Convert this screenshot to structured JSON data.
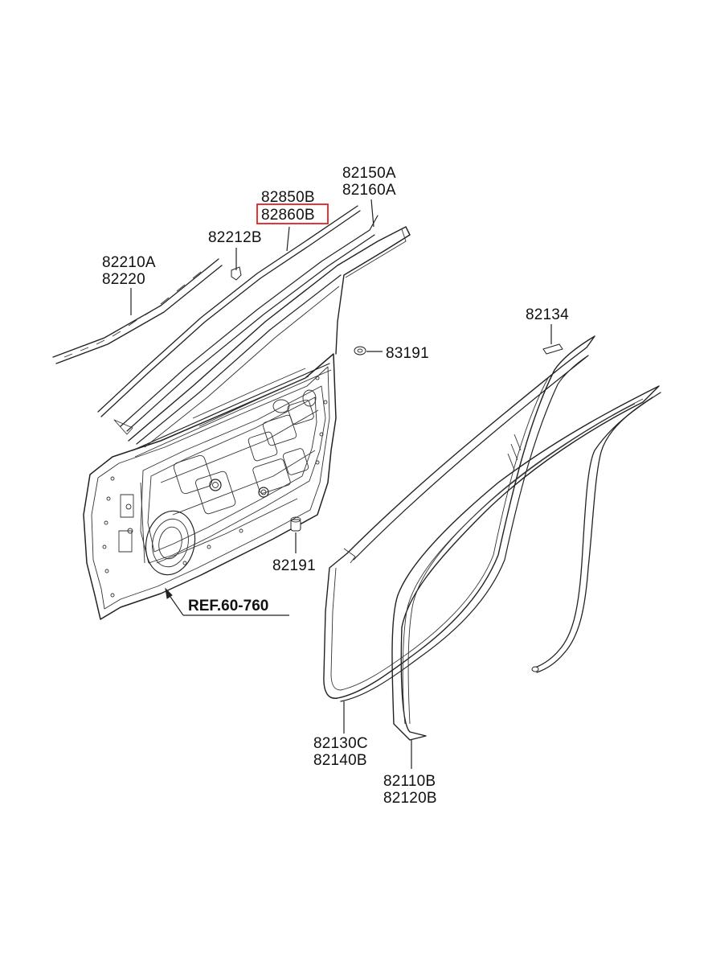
{
  "colors": {
    "line": "#222222",
    "text": "#111111",
    "highlight": "#e02020",
    "background": "#ffffff"
  },
  "labels": {
    "belt_outer_a": "82150A",
    "belt_outer_b": "82160A",
    "molding_a": "82850B",
    "molding_b_highlighted": "82860B",
    "clip": "82212B",
    "belt_inner_a": "82210A",
    "belt_inner_b": "82220",
    "plug_upper": "83191",
    "tape": "82134",
    "plug_lower": "82191",
    "reference": "REF.60-760",
    "weatherstrip_door_a": "82130C",
    "weatherstrip_door_b": "82140B",
    "weatherstrip_body_a": "82110B",
    "weatherstrip_body_b": "82120B"
  },
  "highlighted_part": "82860B"
}
